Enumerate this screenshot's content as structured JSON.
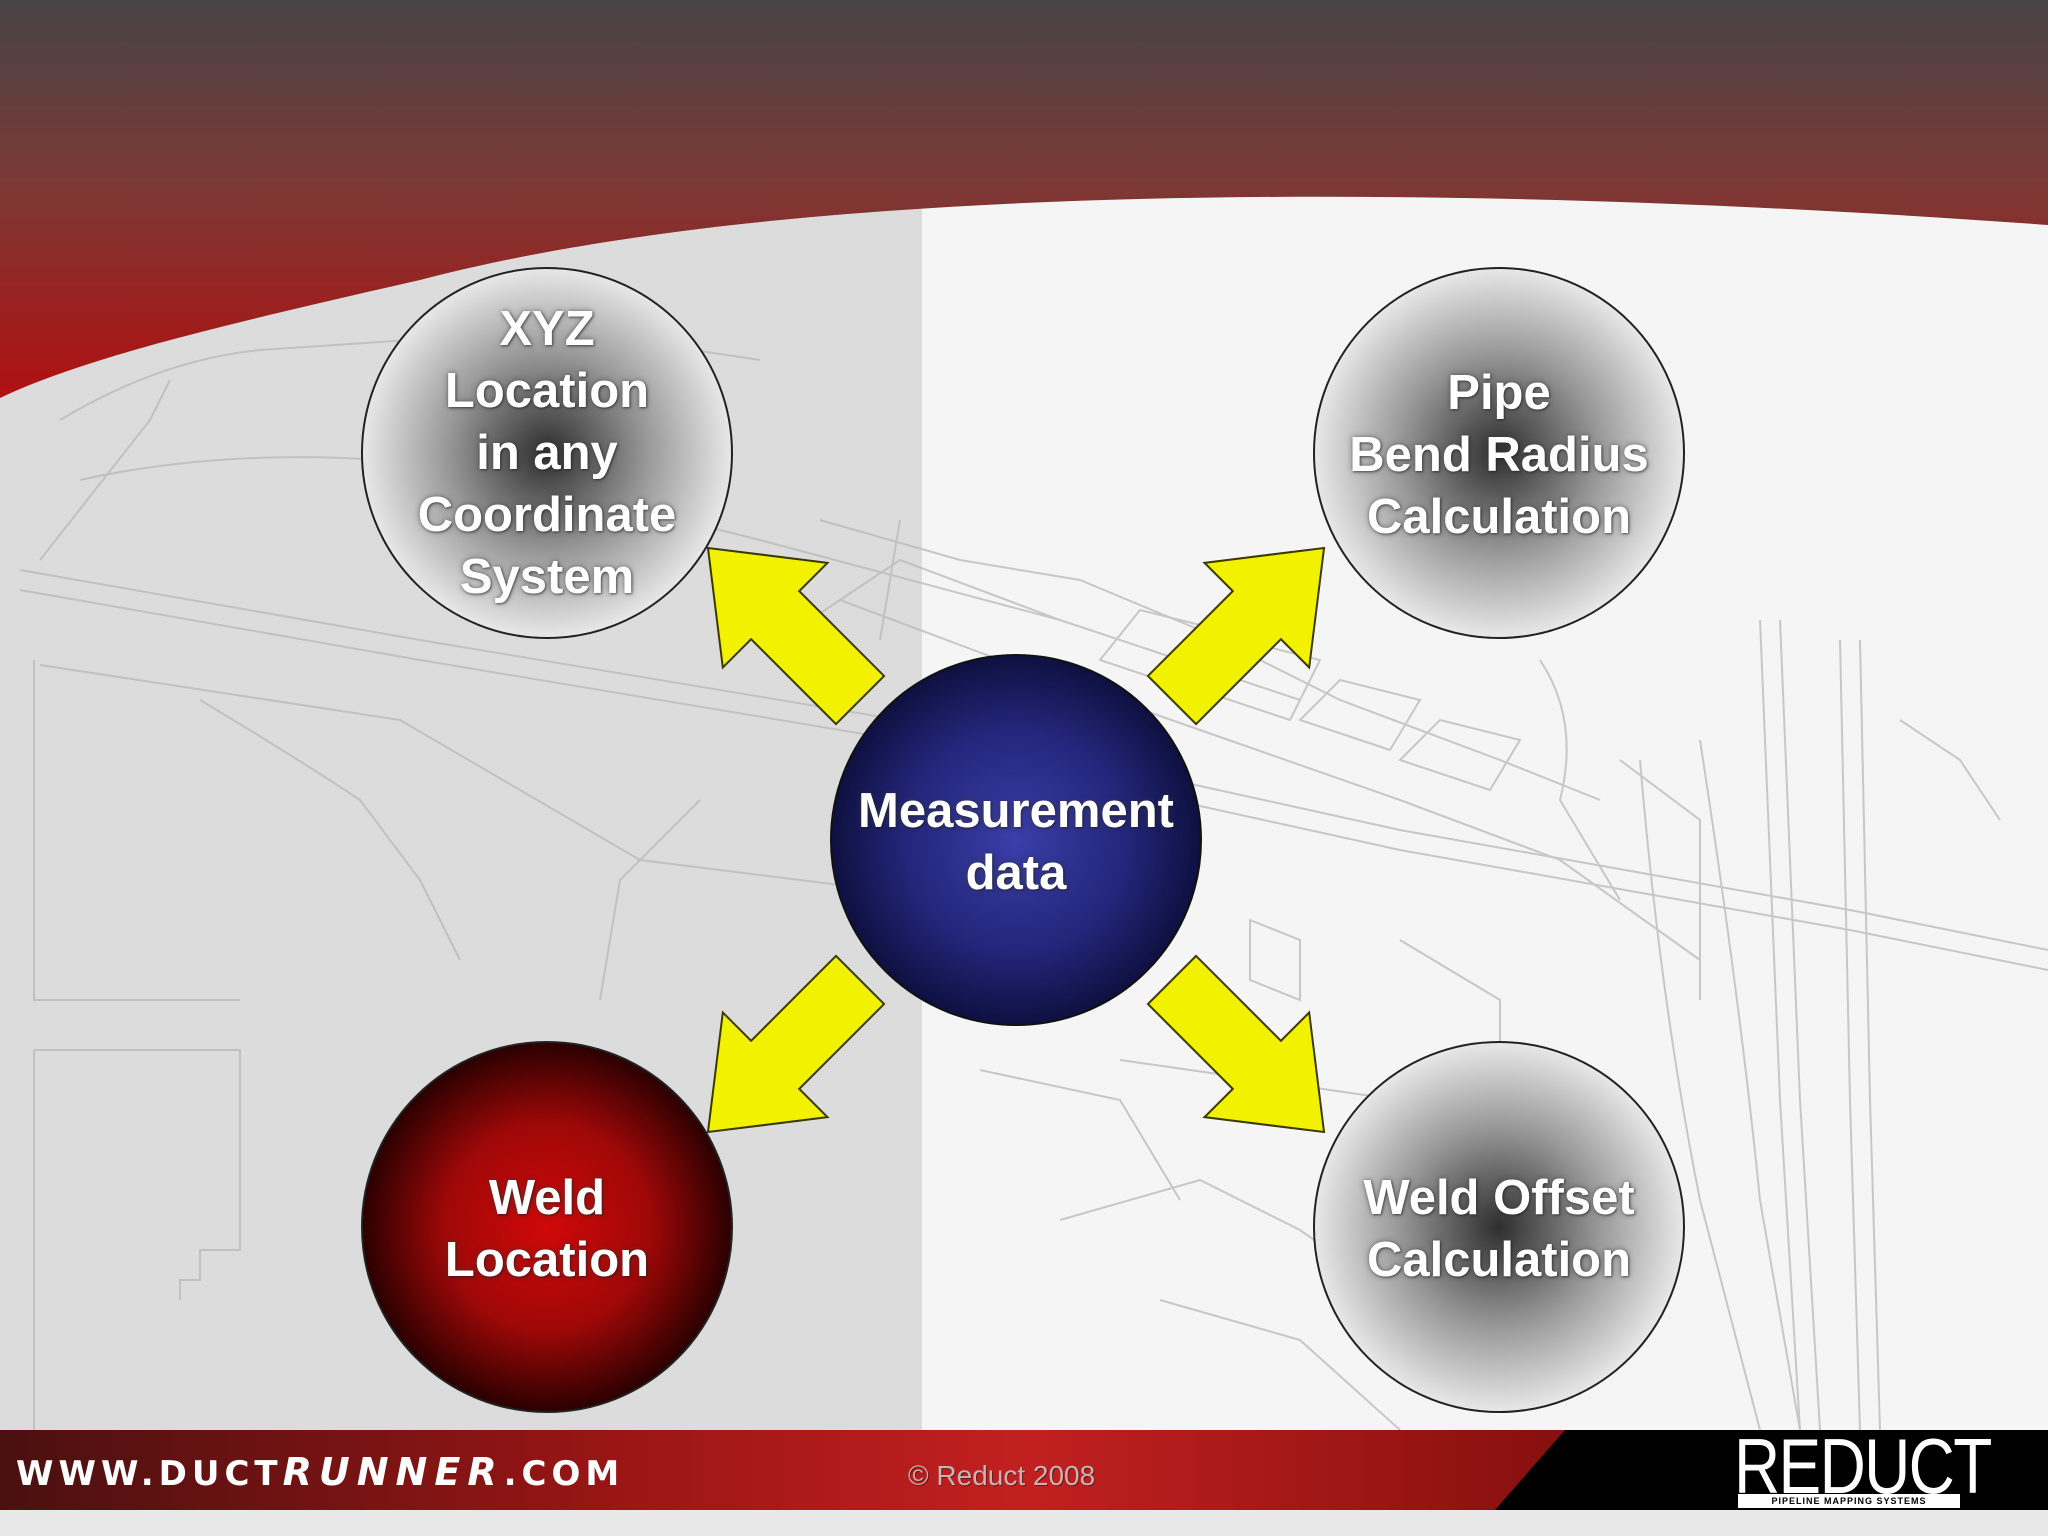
{
  "diagram": {
    "center": {
      "lines": [
        "Measurement",
        "data"
      ]
    },
    "nodes": [
      {
        "id": "xyz",
        "lines": [
          "XYZ",
          "Location",
          "in any",
          "Coordinate",
          "System"
        ]
      },
      {
        "id": "pipe",
        "lines": [
          "Pipe",
          "Bend Radius",
          "Calculation"
        ]
      },
      {
        "id": "weld",
        "lines": [
          "Weld",
          "Location"
        ]
      },
      {
        "id": "offset",
        "lines": [
          "Weld Offset",
          "Calculation"
        ]
      }
    ]
  },
  "footer": {
    "url_prefix": "WWW.DUCT",
    "url_brand": "RUNNER",
    "url_suffix": ".COM",
    "copyright": "© Reduct 2008",
    "logo": "REDUCT",
    "logo_tagline": "PIPELINE MAPPING SYSTEMS"
  },
  "colors": {
    "header_dark": "#4a4446",
    "header_red": "#a81010",
    "center_fill": "#2a2e8a",
    "weld_fill": "#c00a0a",
    "arrow_fill": "#f2f200"
  }
}
